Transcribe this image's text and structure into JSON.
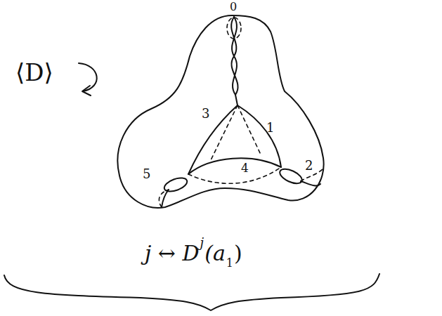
{
  "diagram": {
    "labels": [
      "⟨D⟩",
      "0",
      "3",
      "1",
      "4",
      "5",
      "2",
      "j ↔ D",
      "j",
      "(a",
      "1",
      ")"
    ]
  }
}
